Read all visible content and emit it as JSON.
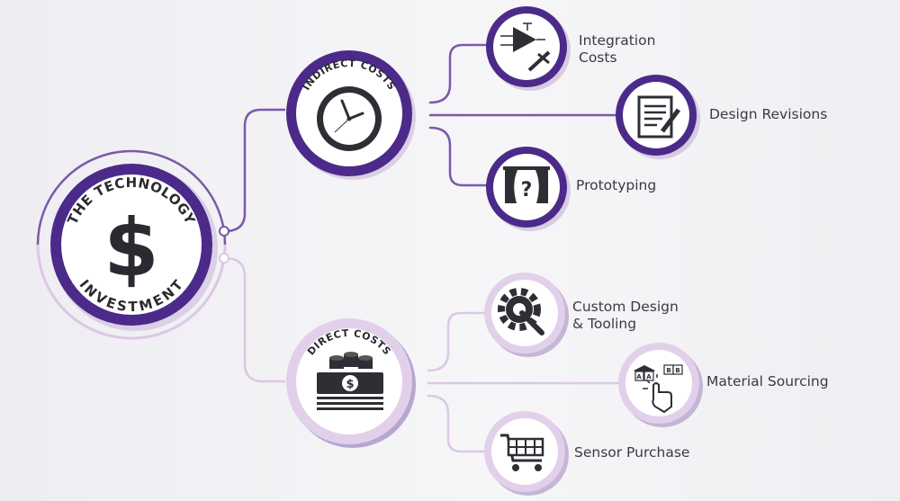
{
  "colors": {
    "dark_purple": "#4b2a8a",
    "mid_purple": "#7a5aa8",
    "light_purple": "#d7c3e0",
    "pale_purple": "#e6d8ec",
    "icon_dark": "#2e2e34"
  },
  "center": {
    "top_text": "THE TECHNOLOGY",
    "bottom_text": "INVESTMENT",
    "icon": "dollar-sign-icon"
  },
  "indirect": {
    "label": "INDIRECT COSTS",
    "icon": "clock-icon",
    "items": [
      {
        "label_lines": [
          "Integration",
          "Costs"
        ],
        "icon": "circuit-calipers-icon"
      },
      {
        "label_lines": [
          "Design Revisions"
        ],
        "icon": "document-pencil-icon"
      },
      {
        "label_lines": [
          "Prototyping"
        ],
        "icon": "curtain-question-icon"
      }
    ]
  },
  "direct": {
    "label": "DIRECT COSTS",
    "icon": "money-stack-icon",
    "items": [
      {
        "label_lines": [
          "Custom Design",
          "& Tooling"
        ],
        "icon": "gear-wrench-icon"
      },
      {
        "label_lines": [
          "Material Sourcing"
        ],
        "icon": "blocks-hand-icon"
      },
      {
        "label_lines": [
          "Sensor Purchase"
        ],
        "icon": "shopping-cart-icon"
      }
    ]
  }
}
